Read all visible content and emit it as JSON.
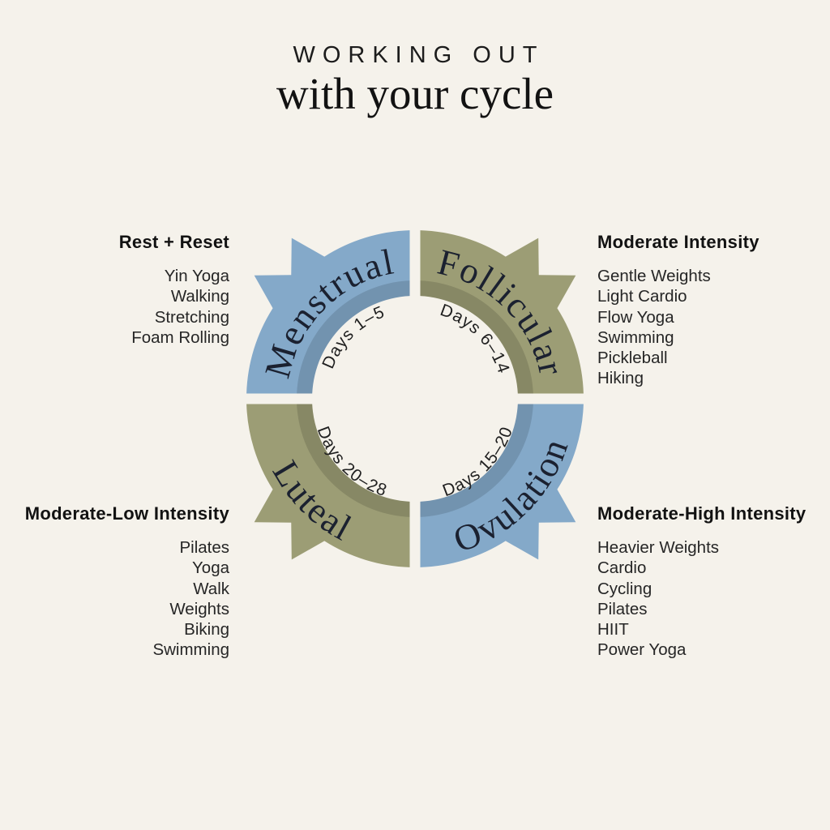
{
  "title": {
    "eyebrow": "WORKING OUT",
    "main": "with your cycle"
  },
  "colors": {
    "background": "#f5f2eb",
    "blue": "#84a9c9",
    "olive": "#9c9d75",
    "phase_text": "#1b2130",
    "body_text": "#262626"
  },
  "phases": [
    {
      "name": "Menstrual",
      "days": "Days 1–5",
      "color": "blue",
      "position": "top-left",
      "heading": "Rest + Reset",
      "activities": [
        "Yin Yoga",
        "Walking",
        "Stretching",
        "Foam Rolling"
      ]
    },
    {
      "name": "Follicular",
      "days": "Days 6–14",
      "color": "olive",
      "position": "top-right",
      "heading": "Moderate Intensity",
      "activities": [
        "Gentle Weights",
        "Light Cardio",
        "Flow Yoga",
        "Swimming",
        "Pickleball",
        "Hiking"
      ]
    },
    {
      "name": "Ovulation",
      "days": "Days 15–20",
      "color": "blue",
      "position": "bottom-right",
      "heading": "Moderate-High Intensity",
      "activities": [
        "Heavier Weights",
        "Cardio",
        "Cycling",
        "Pilates",
        "HIIT",
        "Power Yoga"
      ]
    },
    {
      "name": "Luteal",
      "days": "Days 20–28",
      "color": "olive",
      "position": "bottom-left",
      "heading": "Moderate-Low Intensity",
      "activities": [
        "Pilates",
        "Yoga",
        "Walk",
        "Weights",
        "Biking",
        "Swimming"
      ]
    }
  ]
}
